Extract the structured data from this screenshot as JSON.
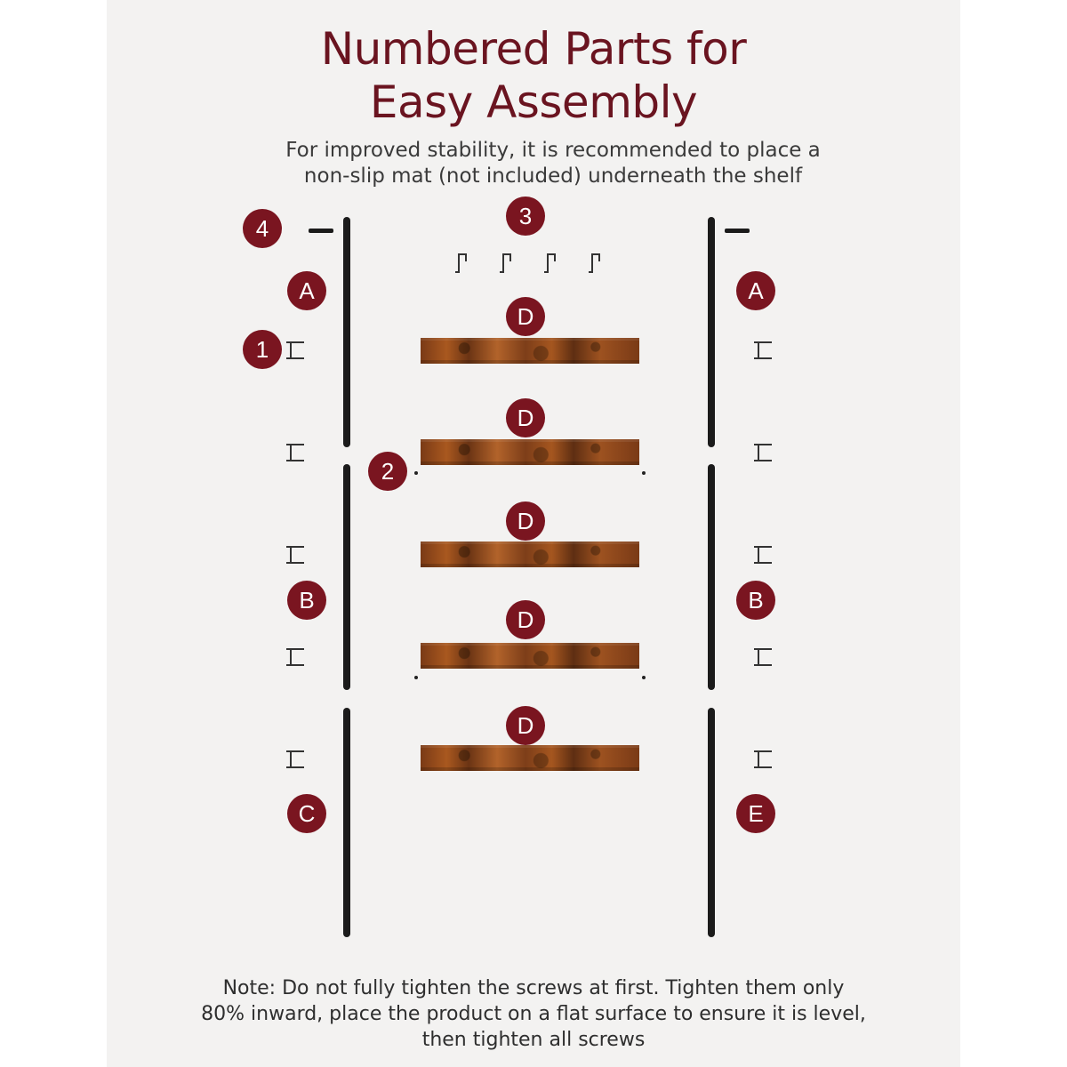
{
  "title_line1": "Numbered Parts for",
  "title_line2": "Easy Assembly",
  "subtitle_line1": "For improved stability, it is recommended to place a",
  "subtitle_line2": "non-slip mat (not included) underneath the shelf",
  "labels": {
    "part_1": "1",
    "part_2": "2",
    "part_3": "3",
    "part_4": "4",
    "part_a_left": "A",
    "part_a_right": "A",
    "part_b_left": "B",
    "part_b_right": "B",
    "part_c": "C",
    "part_e": "E",
    "part_d_1": "D",
    "part_d_2": "D",
    "part_d_3": "D",
    "part_d_4": "D",
    "part_d_5": "D"
  },
  "note_line1": "Note: Do not fully tighten the screws at first. Tighten them only",
  "note_line2": "80% inward, place the product on a flat surface to ensure it is level,",
  "note_line3": "then tighten all screws",
  "colors": {
    "badge": "#7a1520",
    "title": "#6a1420",
    "background": "#f3f2f1",
    "rod": "#1b1b1b",
    "board": "#8b4a1f"
  }
}
